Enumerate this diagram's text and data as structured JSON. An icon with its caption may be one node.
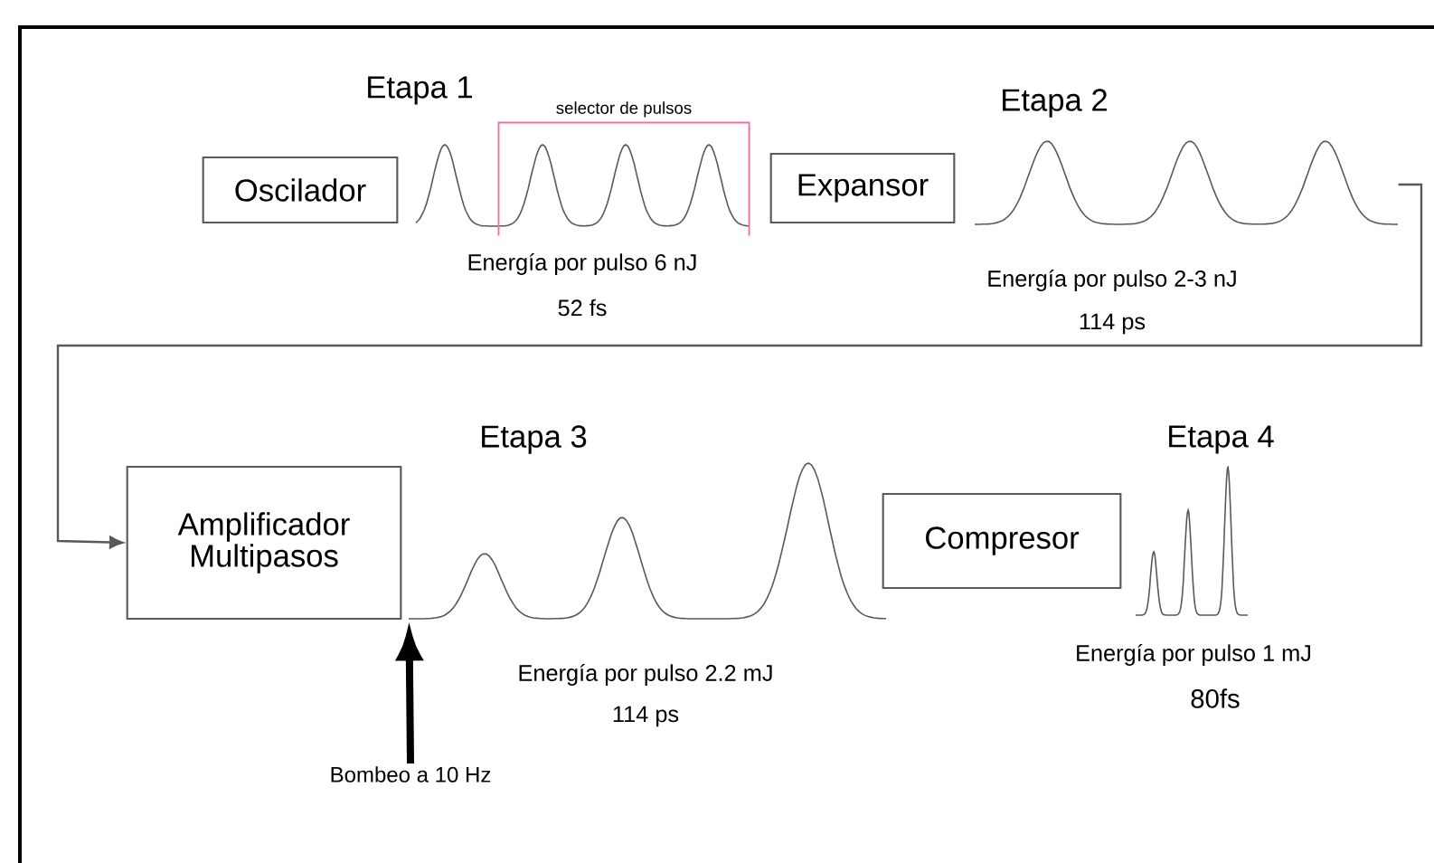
{
  "diagram": {
    "nodes": [
      {
        "text": [
          "Oscilador"
        ]
      },
      {
        "text": [
          "selector de pulsos"
        ]
      },
      {
        "text": [
          "Expansor"
        ]
      },
      {
        "text": [],
        "shape": "picture"
      },
      {
        "text": [
          "Amplificador Multipasos"
        ]
      },
      {
        "text": [
          "Compresor"
        ]
      },
      {
        "text": [
          "Bombeo a 10 Hz"
        ]
      }
    ],
    "edges": [
      {
        "from": 3,
        "to": 4,
        "arrow": "to"
      },
      {
        "from": 6,
        "to": 4,
        "arrow": "to",
        "style": "thick",
        "color": "#000000"
      }
    ],
    "labels": [
      "Etapa 1",
      "Etapa 2",
      "Energía por pulso 6 nJ",
      "52 fs",
      "Energía por pulso 2-3 nJ",
      "114 ps",
      "Etapa 3",
      "Etapa 4",
      "Energía por pulso 2.2 mJ",
      "114 ps",
      "Energía por pulso 1 mJ",
      "80fs"
    ]
  }
}
